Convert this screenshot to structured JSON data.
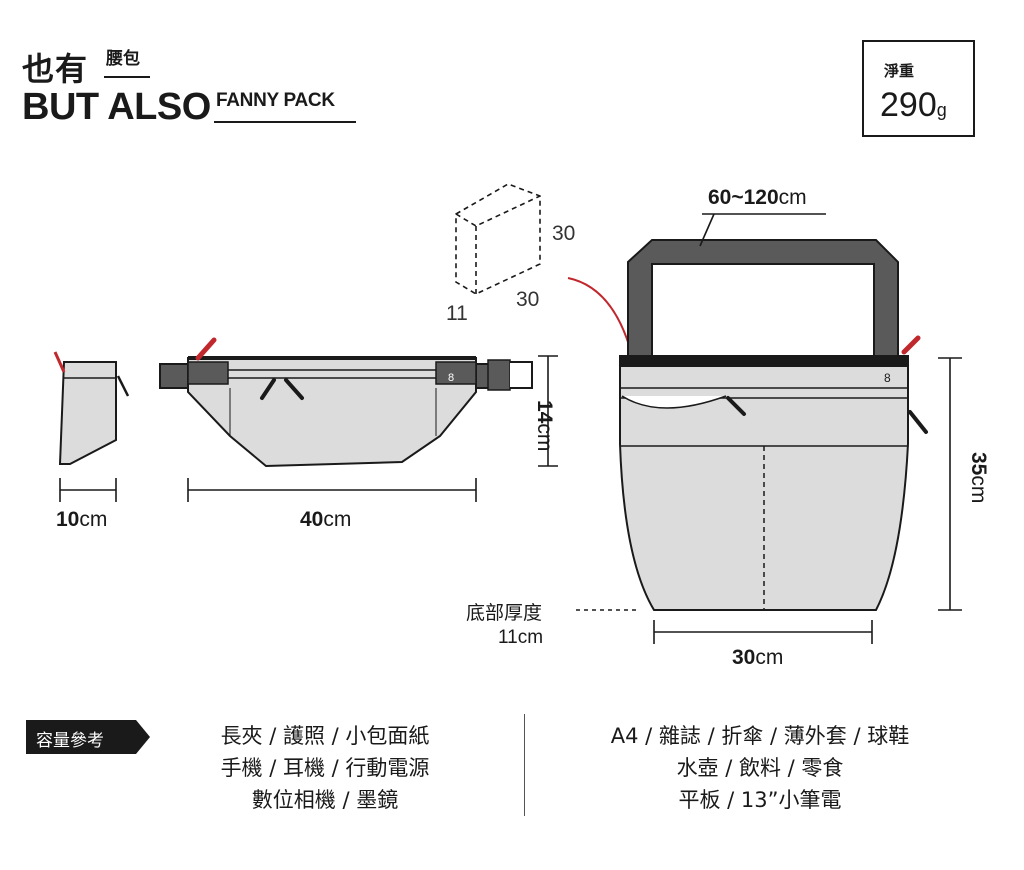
{
  "header": {
    "title_zh": "也有",
    "title_zh_sub": "腰包",
    "title_en": "BUT ALSO",
    "title_en_sub": "FANNY PACK"
  },
  "weight": {
    "label": "淨重",
    "value": "290",
    "unit": "g"
  },
  "dimensions": {
    "depth": {
      "value": "10",
      "unit": "cm"
    },
    "width": {
      "value": "40",
      "unit": "cm"
    },
    "height_fanny": {
      "value": "14",
      "unit": "cm"
    },
    "strap": {
      "value": "60~120",
      "unit": "cm"
    },
    "height_tote": {
      "value": "35",
      "unit": "cm"
    },
    "width_tote": {
      "value": "30",
      "unit": "cm"
    },
    "box_a": "30",
    "box_b": "30",
    "box_c": "11",
    "bottom_thickness_label": "底部厚度",
    "bottom_thickness_value": "11cm"
  },
  "capacity": {
    "tag": "容量參考",
    "left_lines": [
      "長夾 / 護照 / 小包面紙",
      "手機 / 耳機 / 行動電源",
      "數位相機 /  墨鏡"
    ],
    "right_lines": [
      "A4 / 雜誌 / 折傘 / 薄外套 / 球鞋",
      "水壺 / 飲料 / 零食",
      "平板 / 13”小筆電"
    ]
  },
  "colors": {
    "bag": "#dcdcdc",
    "strap": "#5a5a5a",
    "outline": "#1a1a1a",
    "accent": "#c0282d"
  }
}
